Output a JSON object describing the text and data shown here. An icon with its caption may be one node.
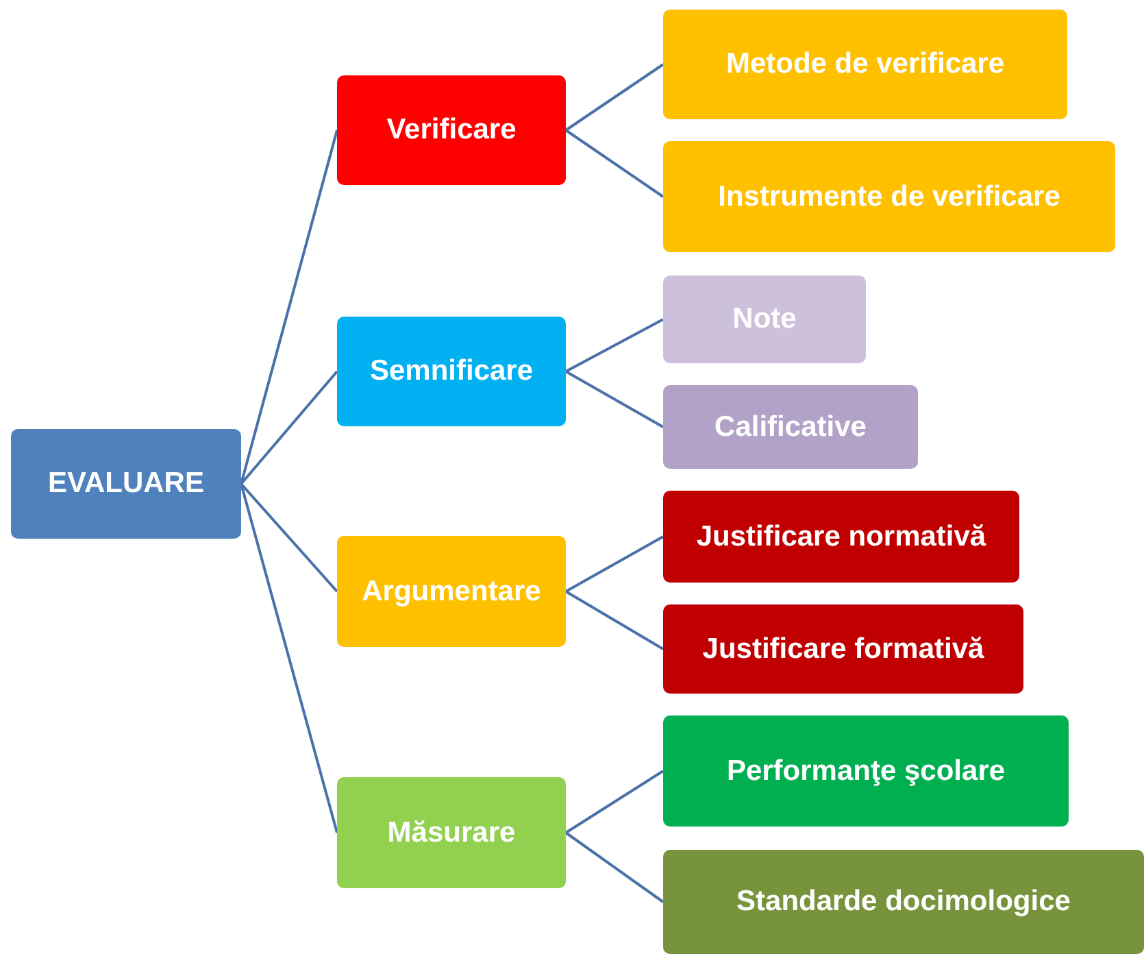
{
  "diagram": {
    "nodes": [
      {
        "text": [
          "EVALUARE"
        ]
      },
      {
        "text": [
          "Verificare"
        ]
      },
      {
        "text": [
          "Metode de verificare"
        ]
      },
      {
        "text": [
          "Instrumente de verificare"
        ]
      },
      {
        "text": [
          "Semnificare"
        ]
      },
      {
        "text": [
          "Note"
        ]
      },
      {
        "text": [
          "Calificative"
        ]
      },
      {
        "text": [
          "Argumentare"
        ]
      },
      {
        "text": [
          "Justificare normativă"
        ]
      },
      {
        "text": [
          "Justificare formativă"
        ]
      },
      {
        "text": [
          "Măsurare"
        ]
      },
      {
        "text": [
          "Performanţe şcolare"
        ]
      },
      {
        "text": [
          "Standarde docimologice"
        ]
      }
    ],
    "edges": [
      {
        "from": 0,
        "to": 1,
        "arrow": "none"
      },
      {
        "from": 0,
        "to": 4,
        "arrow": "none"
      },
      {
        "from": 0,
        "to": 7,
        "arrow": "none"
      },
      {
        "from": 0,
        "to": 10,
        "arrow": "none"
      },
      {
        "from": 1,
        "to": 2,
        "arrow": "none"
      },
      {
        "from": 1,
        "to": 3,
        "arrow": "none"
      },
      {
        "from": 4,
        "to": 5,
        "arrow": "none"
      },
      {
        "from": 4,
        "to": 6,
        "arrow": "none"
      },
      {
        "from": 7,
        "to": 8,
        "arrow": "none"
      },
      {
        "from": 7,
        "to": 9,
        "arrow": "none"
      },
      {
        "from": 10,
        "to": 11,
        "arrow": "none"
      },
      {
        "from": 10,
        "to": 12,
        "arrow": "none"
      }
    ]
  }
}
